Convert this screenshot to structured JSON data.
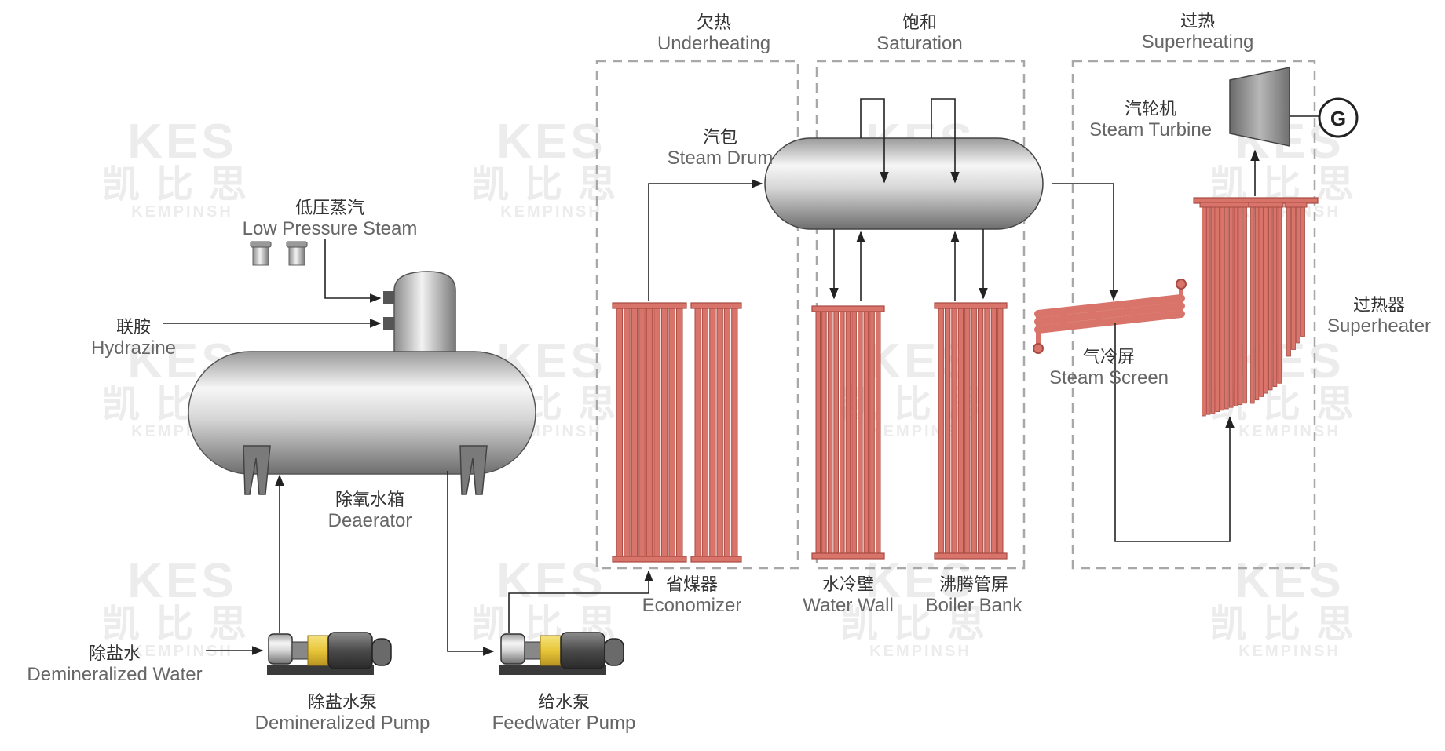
{
  "watermark": {
    "logo": "KES",
    "cn": "凯比思",
    "en": "KEMPINSH"
  },
  "zones": {
    "underheating": {
      "zh": "欠热",
      "en": "Underheating"
    },
    "saturation": {
      "zh": "饱和",
      "en": "Saturation"
    },
    "superheating": {
      "zh": "过热",
      "en": "Superheating"
    }
  },
  "labels": {
    "steam_drum": {
      "zh": "汽包",
      "en": "Steam Drum"
    },
    "steam_turbine": {
      "zh": "汽轮机",
      "en": "Steam Turbine"
    },
    "low_pressure_steam": {
      "zh": "低压蒸汽",
      "en": "Low Pressure Steam"
    },
    "hydrazine": {
      "zh": "联胺",
      "en": "Hydrazine"
    },
    "deaerator": {
      "zh": "除氧水箱",
      "en": "Deaerator"
    },
    "demineralized_water": {
      "zh": "除盐水",
      "en": "Demineralized Water"
    },
    "demineralized_pump": {
      "zh": "除盐水泵",
      "en": "Demineralized Pump"
    },
    "feedwater_pump": {
      "zh": "给水泵",
      "en": "Feedwater Pump"
    },
    "economizer": {
      "zh": "省煤器",
      "en": "Economizer"
    },
    "water_wall": {
      "zh": "水冷壁",
      "en": "Water Wall"
    },
    "boiler_bank": {
      "zh": "沸腾管屏",
      "en": "Boiler Bank"
    },
    "steam_screen": {
      "zh": "气冷屏",
      "en": "Steam Screen"
    },
    "superheater": {
      "zh": "过热器",
      "en": "Superheater"
    }
  },
  "generator_symbol": "G",
  "colors": {
    "tube": "#d8746a",
    "tube_dark": "#a84a42",
    "line": "#222222",
    "dash": "#a8a8a8"
  }
}
